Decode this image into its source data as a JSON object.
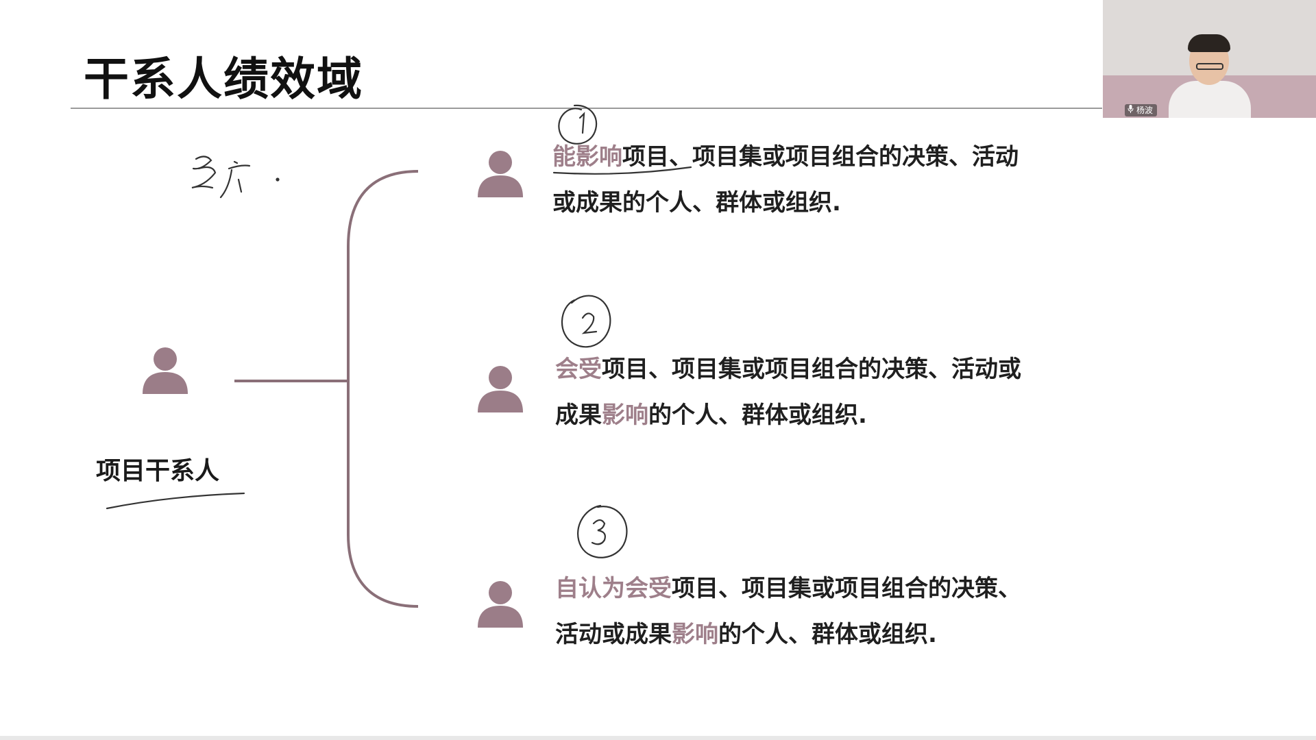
{
  "slide": {
    "title": "干系人绩效域",
    "left_label": "项目干系人",
    "handwriting": {
      "note_top_left": "多广",
      "circle_1": "1",
      "circle_2": "2",
      "circle_3": "3"
    },
    "items": [
      {
        "line1_hl": "能影响",
        "line1_rest": "项目、项目集或项目组合的决策、活动",
        "line2": "或成果的个人、群体或组织."
      },
      {
        "line1_hl": "会受",
        "line1_rest": "项目、项目集或项目组合的决策、活动或",
        "line2_pre": "成果",
        "line2_hl": "影响",
        "line2_post": "的个人、群体或组织."
      },
      {
        "line1_hl": "自认为会受",
        "line1_rest": "项目、项目集或项目组合的决策、",
        "line2_pre": "活动或成果",
        "line2_hl": "影响",
        "line2_post": "的个人、群体或组织."
      }
    ]
  },
  "webcam": {
    "participant_name": "杨波",
    "icons": [
      "user-icon",
      "mic-icon"
    ]
  },
  "colors": {
    "accent": "#9e7f8a",
    "bracket": "#8a6f78",
    "person_icon": "#9b7d88",
    "text": "#1f1f1f"
  }
}
